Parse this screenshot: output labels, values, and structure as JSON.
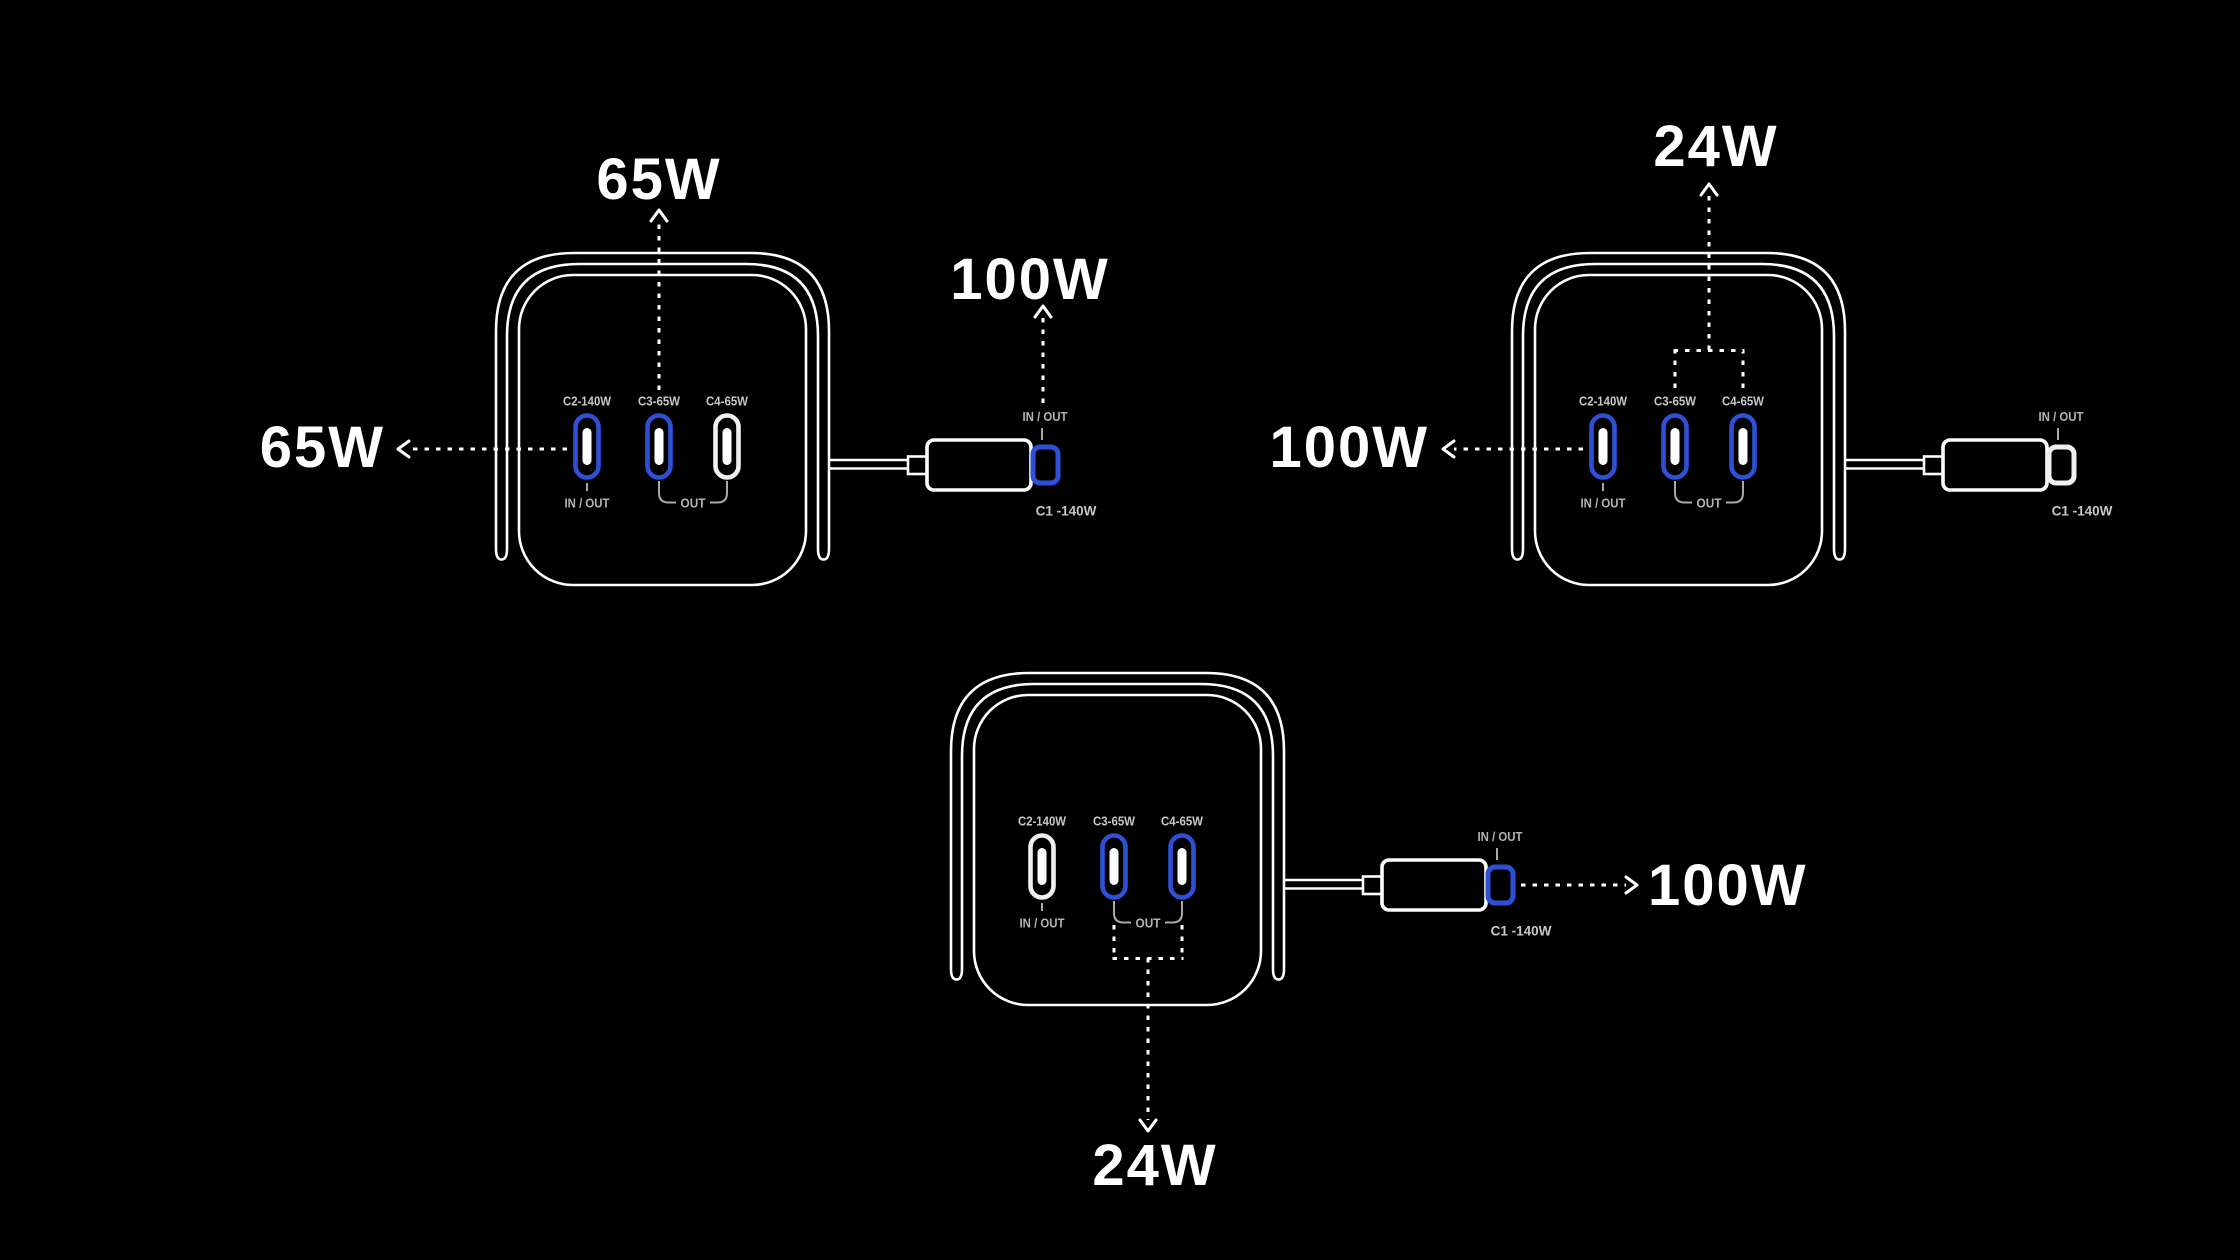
{
  "theme": {
    "background": "#000000",
    "accent_blue": "#2d50d6",
    "inactive_port_white": "#f0f0f0",
    "line_white": "#ffffff",
    "small_label_gray": "#c7c7c7"
  },
  "scenarios": [
    {
      "name": "charger-scenario-top-left",
      "ports": [
        {
          "label": "C2-140W",
          "io_label": "IN / OUT",
          "color": "#2d50d6"
        },
        {
          "label": "C3-65W",
          "color": "#2d50d6"
        },
        {
          "label": "C4-65W",
          "color": "#f0f0f0"
        }
      ],
      "out_label": "OUT",
      "cable": {
        "io_label": "IN / OUT",
        "port_name": "C1 -140W",
        "tip_color": "#2d50d6"
      },
      "annotations": {
        "left": "65W",
        "top": "65W",
        "cable": "100W"
      }
    },
    {
      "name": "charger-scenario-top-right",
      "ports": [
        {
          "label": "C2-140W",
          "io_label": "IN / OUT",
          "color": "#2d50d6"
        },
        {
          "label": "C3-65W",
          "color": "#2d50d6"
        },
        {
          "label": "C4-65W",
          "color": "#2d50d6"
        }
      ],
      "out_label": "OUT",
      "cable": {
        "io_label": "IN / OUT",
        "port_name": "C1 -140W",
        "tip_color": "#f0f0f0"
      },
      "annotations": {
        "left": "100W",
        "top": "24W"
      }
    },
    {
      "name": "charger-scenario-bottom-center",
      "ports": [
        {
          "label": "C2-140W",
          "io_label": "IN / OUT",
          "color": "#f0f0f0"
        },
        {
          "label": "C3-65W",
          "color": "#2d50d6"
        },
        {
          "label": "C4-65W",
          "color": "#2d50d6"
        }
      ],
      "out_label": "OUT",
      "cable": {
        "io_label": "IN / OUT",
        "port_name": "C1 -140W",
        "tip_color": "#2d50d6"
      },
      "annotations": {
        "bottom": "24W",
        "cable": "100W"
      }
    }
  ]
}
